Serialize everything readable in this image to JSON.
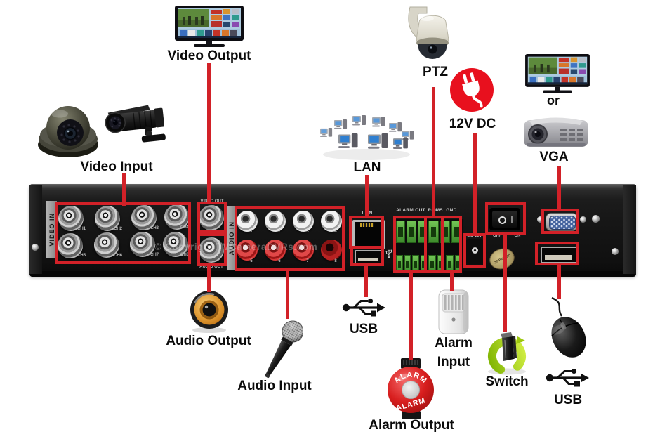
{
  "labels": {
    "video_output": "Video Output",
    "video_input": "Video Input",
    "ptz": "PTZ",
    "dc_power": "12V DC",
    "lan": "LAN",
    "or": "or",
    "vga": "VGA",
    "audio_output": "Audio Output",
    "audio_input": "Audio Input",
    "usb_left": "USB",
    "alarm_input_line1": "Alarm",
    "alarm_input_line2": "Input",
    "alarm_output": "Alarm Output",
    "switch": "Switch",
    "usb_right": "USB"
  },
  "panel": {
    "video_in": "VIDEO IN",
    "audio_in": "AUDIO IN",
    "video_out": "VIDEO OUT",
    "audio_out": "AUDIO OUT",
    "channels": [
      "CH1",
      "CH2",
      "CH3",
      "CH4",
      "CH5",
      "CH6",
      "CH7",
      "CH8"
    ],
    "rca_numbers": [
      "1",
      "2",
      "3",
      "4",
      "5",
      "6",
      "7",
      "8"
    ],
    "lan": "LAN",
    "alarm_out": "ALARM OUT",
    "rs485": "RS485",
    "gnd": "GND",
    "dc": "DC 12V",
    "off": "OFF",
    "on": "ON",
    "qc": "QC PASSED",
    "watermark": "© Copyright TVCameraDVRs.com",
    "alarm_bell": "ALARM"
  },
  "icons": {
    "video_output": "tv-icon",
    "video_input_dome": "dome-camera-icon",
    "video_input_bullet": "bullet-camera-icon",
    "ptz": "ptz-camera-icon",
    "dc_power": "power-plug-icon",
    "lan": "lan-network-icon",
    "vga_tv": "tv-icon",
    "vga_projector": "projector-icon",
    "audio_output": "speaker-icon",
    "audio_input": "microphone-icon",
    "usb": "usb-symbol-icon",
    "alarm_input": "pir-sensor-icon",
    "alarm_output": "alarm-bell-icon",
    "switch": "power-switch-icon",
    "mouse": "mouse-icon"
  },
  "colors": {
    "line_red": "#d22128",
    "dc_icon_red": "#e8101e",
    "panel_black": "#141414",
    "terminal_green": "#4aa83c",
    "vga_blue": "#44639e",
    "switch_green": "#9ed016",
    "speaker_orange": "#e09030",
    "alarm_red": "#d42424"
  }
}
